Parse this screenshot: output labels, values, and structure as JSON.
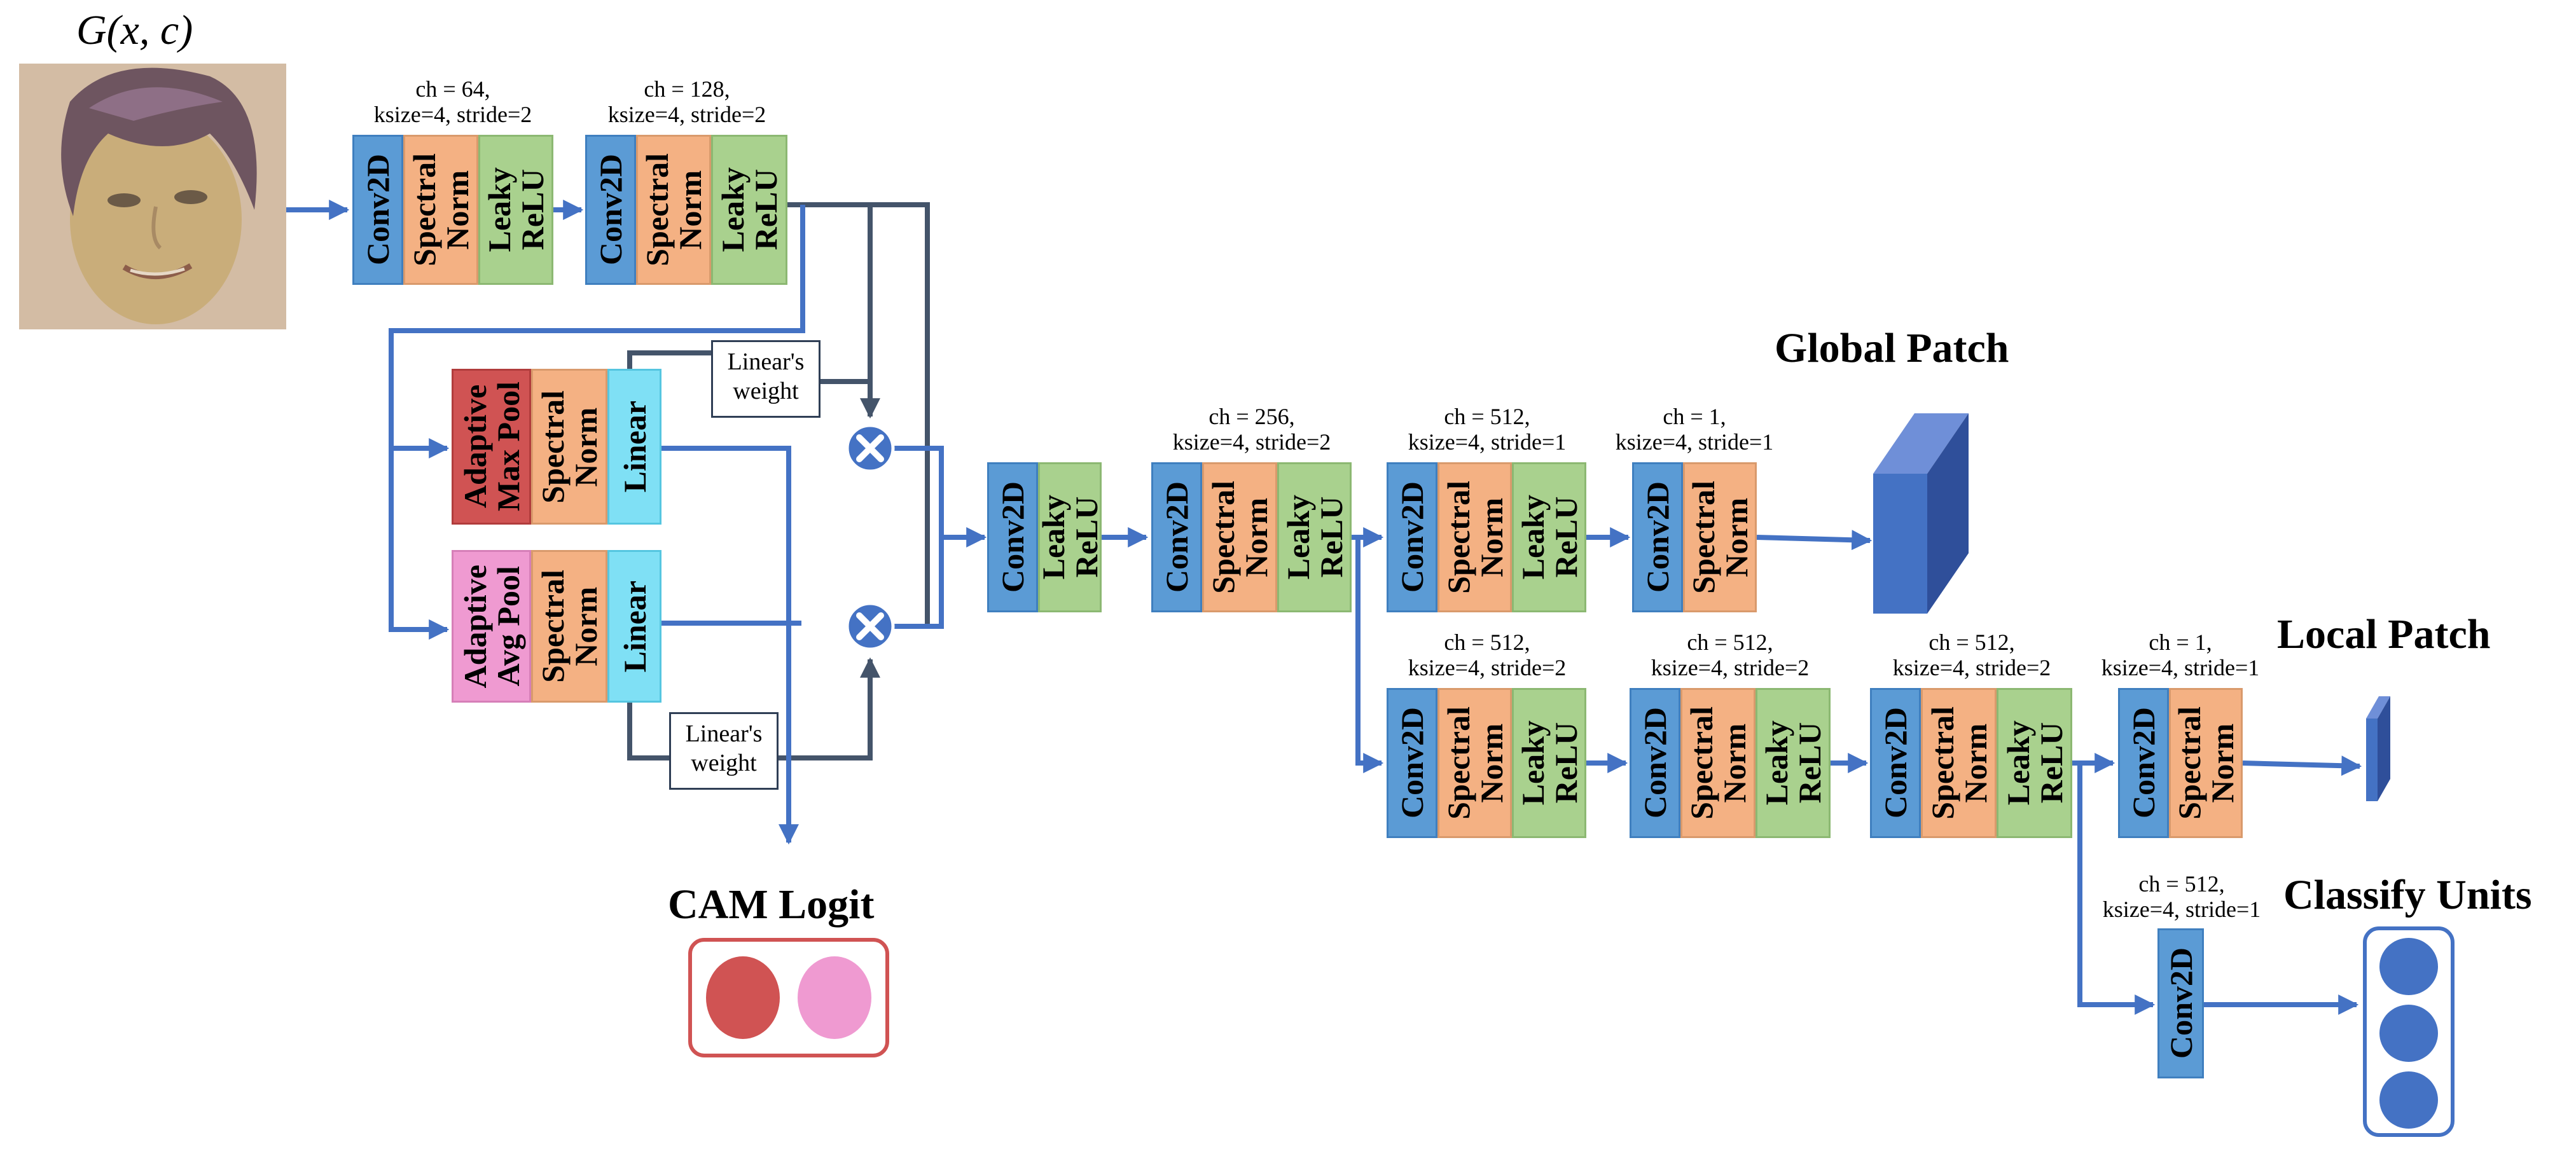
{
  "input": {
    "label": "G(x, c)"
  },
  "blocks": {
    "conv2d": "Conv2D",
    "spectral_norm": "Spectral\nNorm",
    "leaky_relu": "Leaky\nReLU",
    "adaptive_max_pool": "Adaptive\nMax Pool",
    "adaptive_avg_pool": "Adaptive\nAvg Pool",
    "linear": "Linear"
  },
  "params": {
    "p1": {
      "ch": "ch = 64,",
      "k": "ksize=4, stride=2"
    },
    "p2": {
      "ch": "ch = 128,",
      "k": "ksize=4, stride=2"
    },
    "p3": {
      "ch": "ch = 256,",
      "k": "ksize=4, stride=2"
    },
    "p4": {
      "ch": "ch = 512,",
      "k": "ksize=4, stride=1"
    },
    "p5": {
      "ch": "ch = 1,",
      "k": "ksize=4, stride=1"
    },
    "p6": {
      "ch": "ch = 512,",
      "k": "ksize=4, stride=2"
    },
    "p7": {
      "ch": "ch = 512,",
      "k": "ksize=4, stride=2"
    },
    "p8": {
      "ch": "ch = 512,",
      "k": "ksize=4, stride=2"
    },
    "p9": {
      "ch": "ch = 1,",
      "k": "ksize=4, stride=1"
    },
    "p10": {
      "ch": "ch = 512,",
      "k": "ksize=4, stride=1"
    }
  },
  "weight_label": {
    "line1": "Linear's",
    "line2": "weight"
  },
  "titles": {
    "global_patch": "Global Patch",
    "local_patch": "Local Patch",
    "classify_units": "Classify Units",
    "cam_logit": "CAM Logit"
  },
  "colors": {
    "conv": "#5b9bd5",
    "spectral": "#f4b183",
    "leaky": "#a9d18e",
    "max_pool": "#d05353",
    "avg_pool": "#ef9ad1",
    "linear": "#7fe0f5",
    "arrow": "#4472c4",
    "dark_line": "#44546a"
  }
}
